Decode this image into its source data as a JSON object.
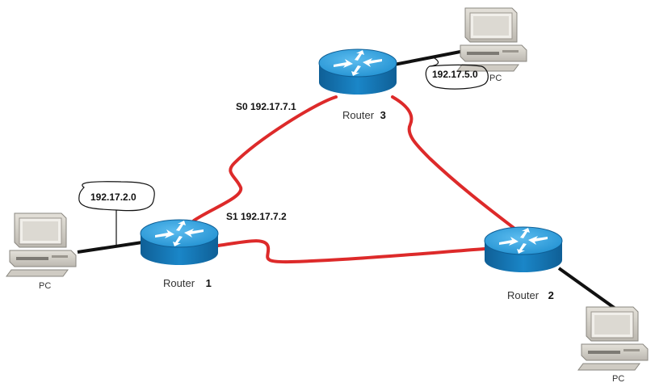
{
  "colors": {
    "serial_link": "#dd2a2a",
    "ethernet_link": "#111111",
    "router_body": "#1a86c8",
    "router_top": "#3aa6e2",
    "router_dark": "#0f5f96",
    "pc_beige": "#d8d4cc",
    "pc_dark": "#8a8780"
  },
  "icons": [
    "router-icon",
    "pc-icon"
  ],
  "routers": [
    {
      "id": "r1",
      "label": "Router",
      "num": "1"
    },
    {
      "id": "r2",
      "label": "Router",
      "num": "2"
    },
    {
      "id": "r3",
      "label": "Router",
      "num": "3"
    }
  ],
  "pcs": [
    {
      "id": "pc-left",
      "label": "PC"
    },
    {
      "id": "pc-top",
      "label": "PC"
    },
    {
      "id": "pc-bottom",
      "label": "PC"
    }
  ],
  "interfaces": {
    "s0": "S0 192.17.7.1",
    "s1": "S1 192.17.7.2"
  },
  "networks": {
    "left": "192.17.2.0",
    "top": "192.17.5.0"
  }
}
